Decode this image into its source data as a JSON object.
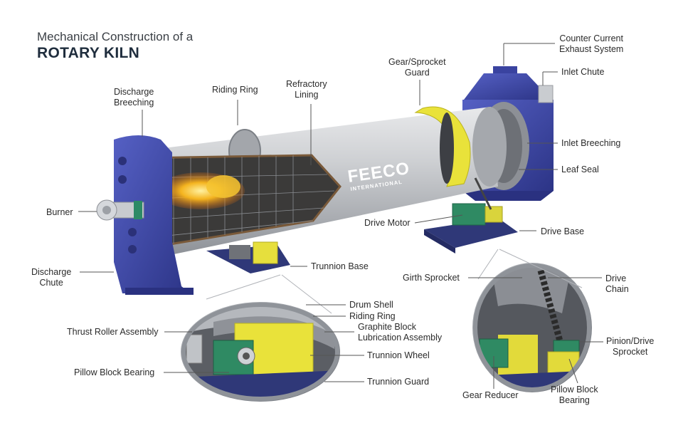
{
  "title": {
    "line1": "Mechanical Construction of a",
    "line2": "ROTARY KILN"
  },
  "brand": {
    "logo_text": "FEECO",
    "logo_sub": "INTERNATIONAL"
  },
  "labels": {
    "discharge_breeching": [
      "Discharge",
      "Breeching"
    ],
    "riding_ring": "Riding Ring",
    "refractory_lining": [
      "Refractory",
      "Lining"
    ],
    "gear_sprocket_guard": [
      "Gear/Sprocket",
      "Guard"
    ],
    "counter_current_exhaust": [
      "Counter Current",
      "Exhaust System"
    ],
    "inlet_chute": "Inlet Chute",
    "inlet_breeching": "Inlet Breeching",
    "leaf_seal": "Leaf Seal",
    "burner": "Burner",
    "drive_motor": "Drive Motor",
    "drive_base": "Drive Base",
    "discharge_chute": [
      "Discharge",
      "Chute"
    ],
    "trunnion_base": "Trunnion Base",
    "girth_sprocket": "Girth Sprocket",
    "drive_chain": [
      "Drive",
      "Chain"
    ],
    "drum_shell": "Drum Shell",
    "riding_ring_detail": "Riding Ring",
    "graphite_block": [
      "Graphite Block",
      "Lubrication Assembly"
    ],
    "thrust_roller": "Thrust Roller Assembly",
    "trunnion_wheel": "Trunnion Wheel",
    "pillow_block_bearing": "Pillow Block Bearing",
    "trunnion_guard": "Trunnion Guard",
    "pinion_drive_sprocket": [
      "Pinion/Drive",
      "Sprocket"
    ],
    "gear_reducer": "Gear Reducer",
    "pillow_block_bearing_2": [
      "Pillow Block",
      "Bearing"
    ]
  },
  "colors": {
    "shell": "#b9bcc0",
    "blue_steel": "#3c46a6",
    "yellow_guard": "#e9e23a",
    "green_motor": "#2f8a63",
    "flame": "#f0a51e",
    "leader": "#555555"
  }
}
